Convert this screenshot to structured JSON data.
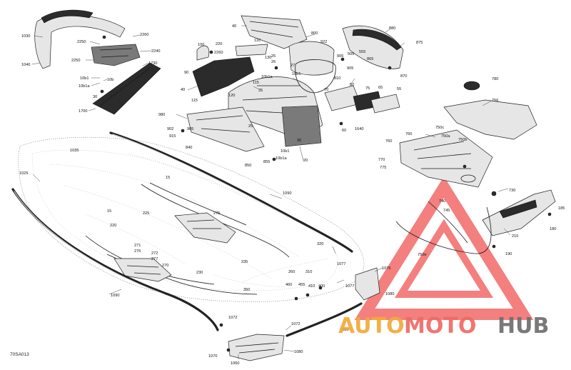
{
  "diagram": {
    "drawing_id": "70SA013",
    "callouts": [
      {
        "id": "c-1030",
        "text": "1030"
      },
      {
        "id": "c-1040",
        "text": "1040"
      },
      {
        "id": "c-2260",
        "text": "2260"
      },
      {
        "id": "c-2250a",
        "text": "2250"
      },
      {
        "id": "c-2240",
        "text": "2240"
      },
      {
        "id": "c-2250b",
        "text": "2250"
      },
      {
        "id": "c-1730",
        "text": "1730"
      },
      {
        "id": "c-10b1",
        "text": "10b1"
      },
      {
        "id": "c-10b1a",
        "text": "10b1a"
      },
      {
        "id": "c-10b",
        "text": "10b"
      },
      {
        "id": "c-30a",
        "text": "30"
      },
      {
        "id": "c-1700",
        "text": "1700"
      },
      {
        "id": "c-40a",
        "text": "40"
      },
      {
        "id": "c-100",
        "text": "100"
      },
      {
        "id": "c-90",
        "text": "90"
      },
      {
        "id": "c-220",
        "text": "220"
      },
      {
        "id": "c-2260b",
        "text": "2260"
      },
      {
        "id": "c-40b",
        "text": "40"
      },
      {
        "id": "c-115a",
        "text": "115"
      },
      {
        "id": "c-120",
        "text": "120"
      },
      {
        "id": "c-110",
        "text": "110"
      },
      {
        "id": "c-130",
        "text": "130"
      },
      {
        "id": "c-26",
        "text": "26"
      },
      {
        "id": "c-25",
        "text": "25"
      },
      {
        "id": "c-27",
        "text": "27"
      },
      {
        "id": "c-10b1b",
        "text": "10b1a"
      },
      {
        "id": "c-115b",
        "text": "115"
      },
      {
        "id": "c-35",
        "text": "35"
      },
      {
        "id": "c-800",
        "text": "800"
      },
      {
        "id": "c-922",
        "text": "922"
      },
      {
        "id": "c-905a",
        "text": "905"
      },
      {
        "id": "c-10b1c",
        "text": "10b1"
      },
      {
        "id": "c-810",
        "text": "810"
      },
      {
        "id": "c-70",
        "text": "70"
      },
      {
        "id": "c-50",
        "text": "50"
      },
      {
        "id": "c-75",
        "text": "75"
      },
      {
        "id": "c-65",
        "text": "65"
      },
      {
        "id": "c-55",
        "text": "55"
      },
      {
        "id": "c-880",
        "text": "880"
      },
      {
        "id": "c-505",
        "text": "505"
      },
      {
        "id": "c-555",
        "text": "555"
      },
      {
        "id": "c-865",
        "text": "865"
      },
      {
        "id": "c-875",
        "text": "875"
      },
      {
        "id": "c-870",
        "text": "870"
      },
      {
        "id": "c-905b",
        "text": "905"
      },
      {
        "id": "c-60",
        "text": "60"
      },
      {
        "id": "c-1640",
        "text": "1640"
      },
      {
        "id": "c-980",
        "text": "980"
      },
      {
        "id": "c-902",
        "text": "902"
      },
      {
        "id": "c-905c",
        "text": "905"
      },
      {
        "id": "c-915",
        "text": "915"
      },
      {
        "id": "c-840",
        "text": "840"
      },
      {
        "id": "c-25b",
        "text": "25"
      },
      {
        "id": "c-850",
        "text": "850"
      },
      {
        "id": "c-855",
        "text": "855"
      },
      {
        "id": "c-10b1d",
        "text": "10b1"
      },
      {
        "id": "c-10b1e",
        "text": "10b1a"
      },
      {
        "id": "c-30b",
        "text": "30"
      },
      {
        "id": "c-20",
        "text": "20"
      },
      {
        "id": "c-780",
        "text": "780"
      },
      {
        "id": "c-756",
        "text": "756"
      },
      {
        "id": "c-760a",
        "text": "760"
      },
      {
        "id": "c-760b",
        "text": "760"
      },
      {
        "id": "c-750c",
        "text": "750c"
      },
      {
        "id": "c-750a",
        "text": "750a"
      },
      {
        "id": "c-750b",
        "text": "750b"
      },
      {
        "id": "c-770",
        "text": "770"
      },
      {
        "id": "c-775",
        "text": "775"
      },
      {
        "id": "c-730",
        "text": "730"
      },
      {
        "id": "c-740",
        "text": "740"
      },
      {
        "id": "c-745",
        "text": "745"
      },
      {
        "id": "c-185",
        "text": "185"
      },
      {
        "id": "c-180",
        "text": "180"
      },
      {
        "id": "c-210",
        "text": "210"
      },
      {
        "id": "c-190",
        "text": "190"
      },
      {
        "id": "c-750e",
        "text": "750e"
      },
      {
        "id": "c-1035",
        "text": "1035"
      },
      {
        "id": "c-1025",
        "text": "1025"
      },
      {
        "id": "c-15a",
        "text": "15"
      },
      {
        "id": "c-1090a",
        "text": "1090"
      },
      {
        "id": "c-225",
        "text": "225"
      },
      {
        "id": "c-275",
        "text": "275"
      },
      {
        "id": "c-15b",
        "text": "15"
      },
      {
        "id": "c-220b",
        "text": "220"
      },
      {
        "id": "c-271",
        "text": "271"
      },
      {
        "id": "c-276",
        "text": "276"
      },
      {
        "id": "c-272",
        "text": "272"
      },
      {
        "id": "c-277",
        "text": "277"
      },
      {
        "id": "c-270",
        "text": "270"
      },
      {
        "id": "c-235",
        "text": "235"
      },
      {
        "id": "c-320",
        "text": "320"
      },
      {
        "id": "c-1077a",
        "text": "1077"
      },
      {
        "id": "c-260",
        "text": "260"
      },
      {
        "id": "c-310",
        "text": "310"
      },
      {
        "id": "c-230",
        "text": "230"
      },
      {
        "id": "c-350",
        "text": "350"
      },
      {
        "id": "c-1090b",
        "text": "1090"
      },
      {
        "id": "c-460",
        "text": "460"
      },
      {
        "id": "c-455",
        "text": "455"
      },
      {
        "id": "c-410",
        "text": "410"
      },
      {
        "id": "c-400",
        "text": "400"
      },
      {
        "id": "c-1075",
        "text": "1075"
      },
      {
        "id": "c-1077b",
        "text": "1077"
      },
      {
        "id": "c-1080a",
        "text": "1080"
      },
      {
        "id": "c-1072a",
        "text": "1072"
      },
      {
        "id": "c-1072b",
        "text": "1072"
      },
      {
        "id": "c-1080b",
        "text": "1080"
      },
      {
        "id": "c-1080c",
        "text": "1080"
      },
      {
        "id": "c-1070",
        "text": "1070"
      },
      {
        "id": "c-1060",
        "text": "1060"
      }
    ]
  },
  "watermark": {
    "brand_part1": "AUTO",
    "brand_part2": "MOTO",
    "brand_part3": "HUB",
    "color_part1": "#f2a93a",
    "color_part2": "#ef6a66",
    "color_part3": "#6e6e6e",
    "triangle_color": "#ef4e4e"
  }
}
